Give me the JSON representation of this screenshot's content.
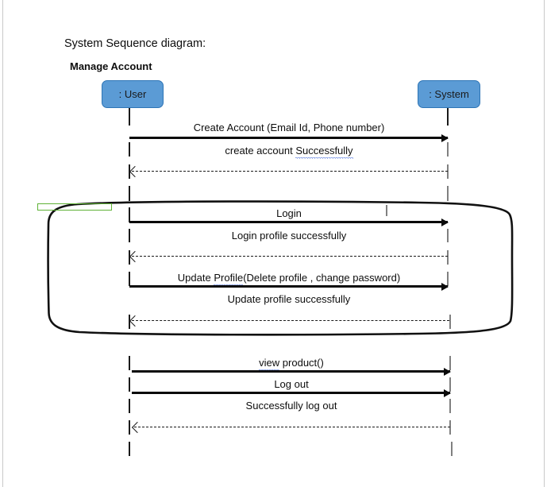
{
  "document": {
    "title": "System Sequence diagram:",
    "subtitle": "Manage Account"
  },
  "diagram": {
    "type": "uml-sequence-diagram",
    "participants": [
      {
        "id": "user",
        "label": ": User"
      },
      {
        "id": "system",
        "label": ": System"
      }
    ],
    "messages": [
      {
        "index": 1,
        "label": "Create Account (Email Id, Phone number)",
        "from": "user",
        "to": "system",
        "kind": "call",
        "line": "solid",
        "misspelled": ""
      },
      {
        "index": 2,
        "label": "create account Successfully",
        "from": "system",
        "to": "user",
        "kind": "return",
        "line": "dashed",
        "misspelled": "Successfully"
      },
      {
        "index": 3,
        "label": "Login",
        "from": "user",
        "to": "system",
        "kind": "call",
        "line": "solid",
        "misspelled": ""
      },
      {
        "index": 4,
        "label": "Login profile successfully",
        "from": "system",
        "to": "user",
        "kind": "return",
        "line": "dashed",
        "misspelled": ""
      },
      {
        "index": 5,
        "label": "Update Profile(Delete profile , change password)",
        "from": "user",
        "to": "system",
        "kind": "call",
        "line": "solid",
        "misspelled": "Profile"
      },
      {
        "index": 6,
        "label": "Update profile successfully",
        "from": "system",
        "to": "user",
        "kind": "return",
        "line": "dashed",
        "misspelled": ""
      },
      {
        "index": 7,
        "label": "view product()",
        "from": "user",
        "to": "system",
        "kind": "call",
        "line": "solid",
        "misspelled": "view"
      },
      {
        "index": 8,
        "label": "Log out",
        "from": "user",
        "to": "system",
        "kind": "call",
        "line": "solid",
        "misspelled": ""
      },
      {
        "index": 9,
        "label": "Successfully log out",
        "from": "system",
        "to": "user",
        "kind": "return",
        "line": "dashed",
        "misspelled": ""
      }
    ],
    "message_text": {
      "m1": "Create Account (Email Id, Phone number)",
      "m2a": "create account ",
      "m2b": "Successfully",
      "m3": "Login",
      "m4": "Login profile successfully",
      "m5a": "Update ",
      "m5b": "Profile",
      "m5c": "(Delete profile , change password)",
      "m6": "Update profile successfully",
      "m7a": "view",
      "m7b": " product()",
      "m8": "Log out",
      "m9": "Successfully log out"
    },
    "annotations": [
      {
        "id": "group-outline",
        "shape": "hand-drawn-rounded-rectangle",
        "color": "#111111",
        "encloses": [
          "Login",
          "Login profile successfully",
          "Update Profile(Delete profile , change password)",
          "Update profile successfully"
        ]
      },
      {
        "id": "green-highlight",
        "shape": "rectangle",
        "color": "#5fb236"
      }
    ]
  },
  "colors": {
    "actor_fill": "#5b9bd5",
    "actor_border": "#2e75b6",
    "arrow": "#0a0a0a",
    "lifeline": "#808080",
    "spellcheck_underline": "#2b57d6",
    "annotation_green": "#5fb236",
    "page_edge": "#c9c9c9",
    "text": "#0d0d0d"
  }
}
